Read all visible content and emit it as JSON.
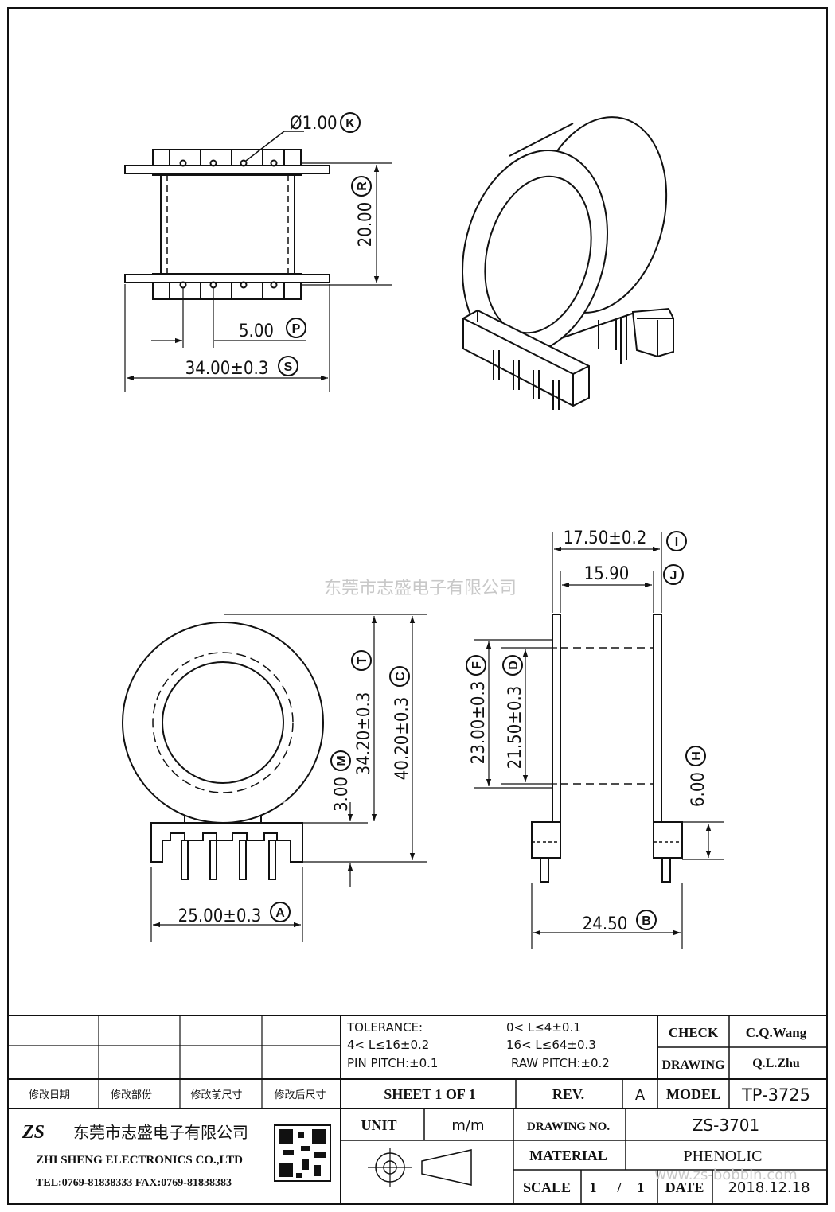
{
  "dimensions": {
    "pin_dia": "Ø1.00",
    "pin_dia_tag": "K",
    "pin_span": "20.00",
    "pin_span_tag": "R",
    "pin_pitch": "5.00",
    "pin_pitch_tag": "P",
    "overall_length": "34.00±0.3",
    "overall_length_tag": "S",
    "total_width": "17.50±0.2",
    "total_width_tag": "I",
    "inner_width": "15.90",
    "inner_width_tag": "J",
    "flange_dia": "23.00±0.3",
    "flange_dia_tag": "F",
    "core_dia": "21.50±0.3",
    "core_dia_tag": "D",
    "base_height": "6.00",
    "base_height_tag": "H",
    "base_width": "24.50",
    "base_width_tag": "B",
    "ring_outer": "34.20±0.3",
    "ring_outer_tag": "T",
    "total_height": "40.20±0.3",
    "total_height_tag": "C",
    "neck_height": "3.00",
    "neck_height_tag": "M",
    "front_width": "25.00±0.3",
    "front_width_tag": "A"
  },
  "watermark": {
    "center_text": "东莞市志盛电子有限公司",
    "footer_url": "www.zs-bobbin.com"
  },
  "title_block": {
    "revision_headers": [
      "修改日期",
      "修改部份",
      "修改前尺寸",
      "修改后尺寸"
    ],
    "tolerance": {
      "title": "TOLERANCE:",
      "range1": "0< L≤4±0.1",
      "range2": "4< L≤16±0.2",
      "range3": "16< L≤64±0.3",
      "pin_pitch": "PIN PITCH:±0.1",
      "raw_pitch": "RAW PITCH:±0.2"
    },
    "check_label": "CHECK",
    "check_value": "C.Q.Wang",
    "drawing_label": "DRAWING",
    "drawing_value": "Q.L.Zhu",
    "sheet": "SHEET 1 OF 1",
    "rev_label": "REV.",
    "rev_value": "A",
    "model_label": "MODEL",
    "model_value": "TP-3725",
    "company_logo": "ZS",
    "company_cn": "东莞市志盛电子有限公司",
    "company_en": "ZHI SHENG ELECTRONICS CO.,LTD",
    "company_contact": "TEL:0769-81838333 FAX:0769-81838383",
    "unit_label": "UNIT",
    "unit_value": "m/m",
    "drawing_no_label": "DRAWING NO.",
    "drawing_no_value": "ZS-3701",
    "material_label": "MATERIAL",
    "material_value": "PHENOLIC",
    "scale_label": "SCALE",
    "scale_num": "1",
    "scale_sep": "/",
    "scale_den": "1",
    "date_label": "DATE",
    "date_value": "2018.12.18"
  }
}
